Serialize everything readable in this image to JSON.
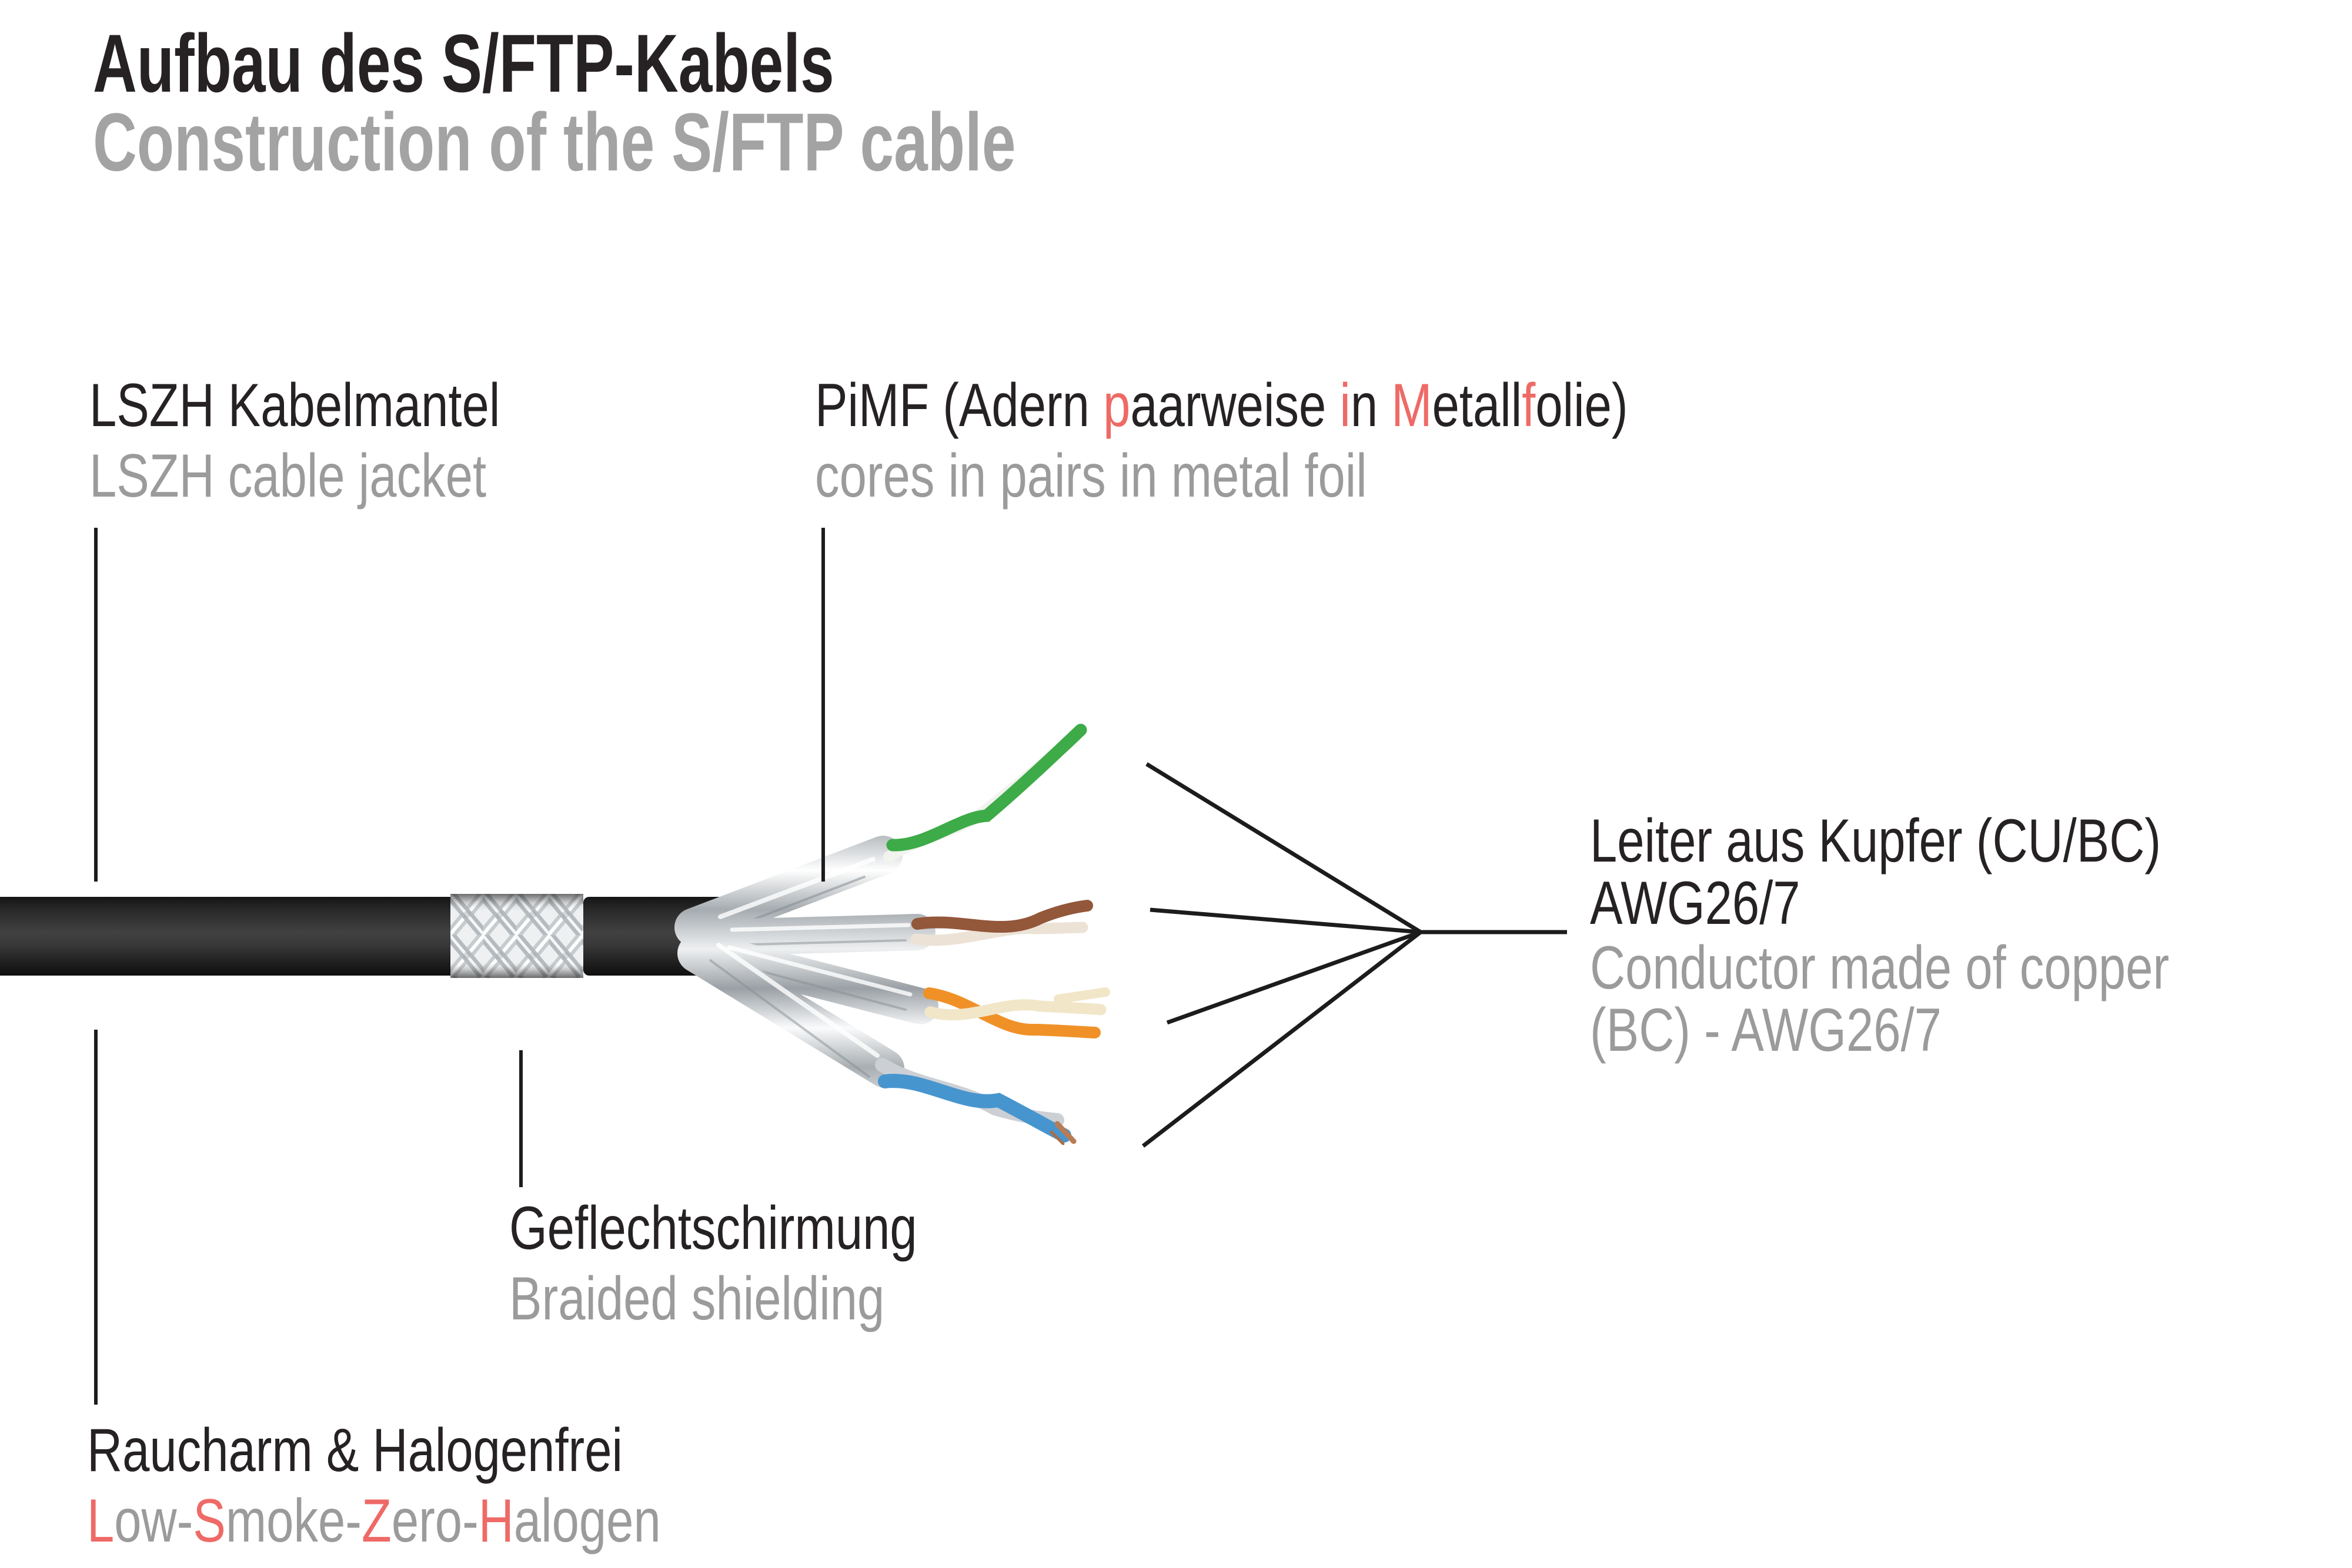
{
  "header": {
    "title_de": "Aufbau des S/FTP-Kabels",
    "title_en": "Construction of the S/FTP cable"
  },
  "palette": {
    "text_black": "#262223",
    "text_gray": "#9b9b9b",
    "accent_red": "#ee6a66",
    "line_black": "#1c1c1c",
    "background": "#ffffff"
  },
  "annotations": {
    "jacket": {
      "de": "LSZH Kabelmantel",
      "en": "LSZH cable jacket"
    },
    "pimf": {
      "de_parts": [
        {
          "t": "PiMF (Adern ",
          "c": "black"
        },
        {
          "t": "p",
          "c": "red"
        },
        {
          "t": "aarweise ",
          "c": "black"
        },
        {
          "t": "i",
          "c": "red"
        },
        {
          "t": "n ",
          "c": "black"
        },
        {
          "t": "M",
          "c": "red"
        },
        {
          "t": "etall",
          "c": "black"
        },
        {
          "t": "f",
          "c": "red"
        },
        {
          "t": "olie)",
          "c": "black"
        }
      ],
      "en": "cores in pairs in metal foil"
    },
    "conductor": {
      "de_line1": "Leiter aus Kupfer (CU/BC)",
      "de_line2": "AWG26/7",
      "en_line1": "Conductor made of copper",
      "en_line2": "(BC) - AWG26/7"
    },
    "braid": {
      "de": "Geflechtschirmung",
      "en": "Braided shielding"
    },
    "smoke": {
      "de": "Raucharm & Halogenfrei",
      "en_parts": [
        {
          "t": "L",
          "c": "red"
        },
        {
          "t": "ow-",
          "c": "gray"
        },
        {
          "t": "S",
          "c": "red"
        },
        {
          "t": "moke-",
          "c": "gray"
        },
        {
          "t": "Z",
          "c": "red"
        },
        {
          "t": "ero-",
          "c": "gray"
        },
        {
          "t": "H",
          "c": "red"
        },
        {
          "t": "alogen",
          "c": "gray"
        }
      ]
    }
  },
  "cable": {
    "structure": [
      "LSZH jacket",
      "braided shielding",
      "foil wrapped pairs (PiMF)",
      "copper conductors AWG26/7"
    ],
    "jacket_color": "#2b2b2b",
    "braid_color": "#e9ebec",
    "foil_color": "#c6cbcf",
    "pairs": [
      {
        "name": "green pair",
        "wire_color": "#3dab47",
        "stripe_color": "#f1f3ee"
      },
      {
        "name": "brown pair",
        "wire_color": "#93573a",
        "stripe_color": "#ece3d6"
      },
      {
        "name": "orange pair",
        "wire_color": "#f09128",
        "stripe_color": "#f2e6c9"
      },
      {
        "name": "blue pair",
        "wire_color": "#4795cf",
        "stripe_color": "#ccd0d5"
      }
    ],
    "conductor_tip_color": "#b87c55"
  }
}
